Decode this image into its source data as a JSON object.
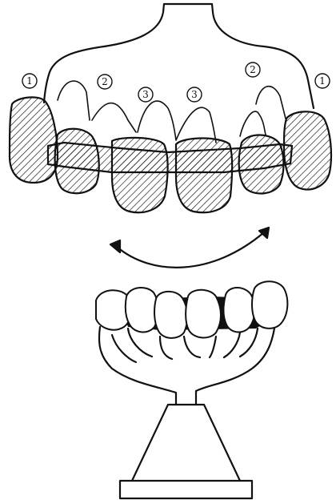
{
  "labels": {
    "left_outer": "1",
    "left_lateral": "2",
    "left_central": "3",
    "right_central": "3",
    "right_lateral": "2",
    "right_outer": "1"
  },
  "colors": {
    "ink": "#111111",
    "background": "#ffffff"
  },
  "icons": {
    "rotation_arrow": "curved-double-arrow-icon"
  }
}
